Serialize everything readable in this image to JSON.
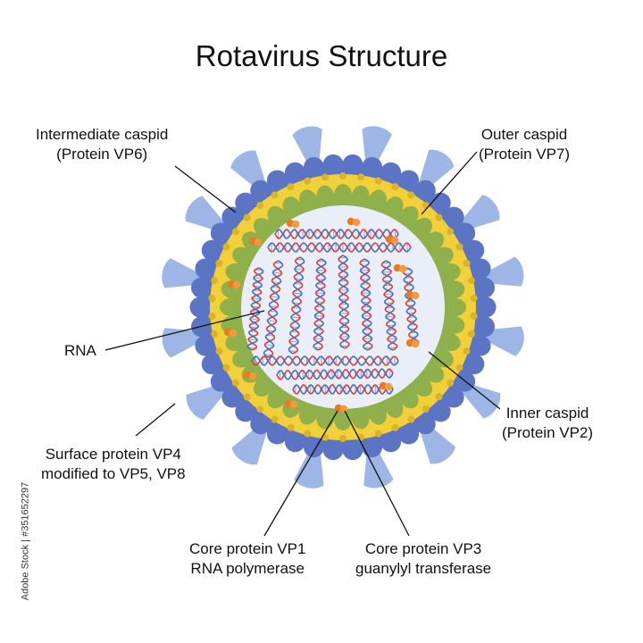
{
  "title": "Rotavirus Structure",
  "labels": {
    "intermediate_caspid": [
      "Intermediate caspid",
      "(Protein VP6)"
    ],
    "outer_caspid": [
      "Outer caspid",
      "(Protein VP7)"
    ],
    "rna": [
      "RNA"
    ],
    "inner_caspid": [
      "Inner  caspid",
      "(Protein VP2)"
    ],
    "surface_protein": [
      "Surface protein VP4",
      "modified to VP5, VP8"
    ],
    "core_vp1": [
      "Core protein VP1",
      "RNA polymerase"
    ],
    "core_vp3": [
      "Core protein VP3",
      "guanylyl transferase"
    ]
  },
  "watermark": "Adobe Stock | #351652297",
  "colors": {
    "outer": "#5b74c4",
    "yellow": "#f2d03a",
    "green": "#8fb04a",
    "spike": "#9db6e6",
    "core": "#e9eef8",
    "enzyme": "#ef7a1e",
    "rna_red": "#d8413a",
    "rna_blue": "#4a6fb8"
  }
}
